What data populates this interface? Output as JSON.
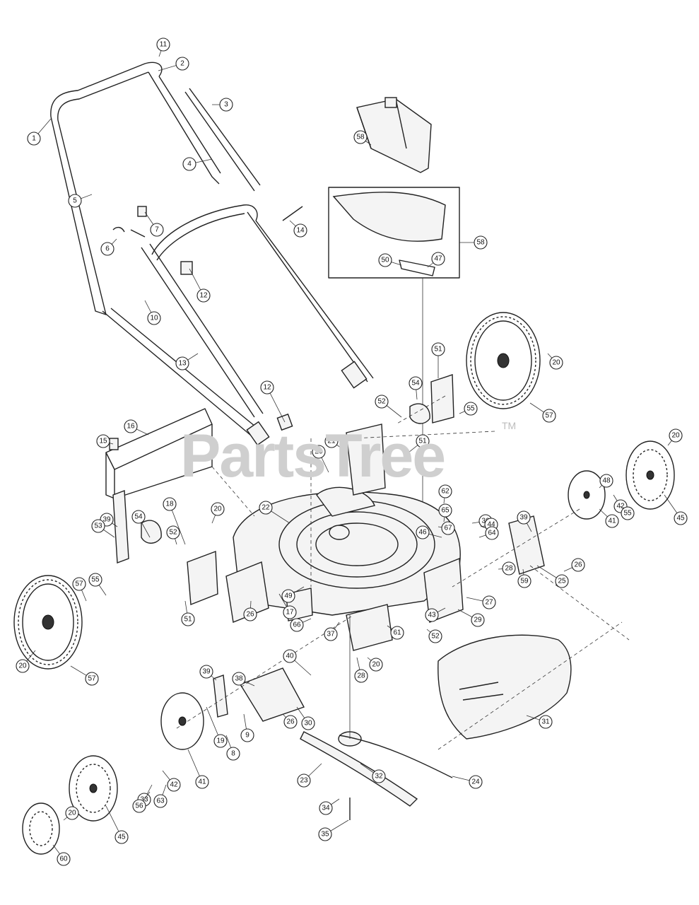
{
  "watermark": {
    "text": "PartsTree",
    "trademark": "TM"
  },
  "callouts": [
    {
      "id": "c1",
      "label": "1"
    },
    {
      "id": "c2",
      "label": "2"
    },
    {
      "id": "c3",
      "label": "3"
    },
    {
      "id": "c4",
      "label": "4"
    },
    {
      "id": "c5",
      "label": "5"
    },
    {
      "id": "c6",
      "label": "6"
    },
    {
      "id": "c7",
      "label": "7"
    },
    {
      "id": "c10",
      "label": "10"
    },
    {
      "id": "c11",
      "label": "11"
    },
    {
      "id": "c12a",
      "label": "12"
    },
    {
      "id": "c12b",
      "label": "12"
    },
    {
      "id": "c13",
      "label": "13"
    },
    {
      "id": "c14",
      "label": "14"
    },
    {
      "id": "c15",
      "label": "15"
    },
    {
      "id": "c16",
      "label": "16"
    },
    {
      "id": "c17",
      "label": "17"
    },
    {
      "id": "c18",
      "label": "18"
    },
    {
      "id": "c19",
      "label": "19"
    },
    {
      "id": "c20a",
      "label": "20"
    },
    {
      "id": "c20b",
      "label": "20"
    },
    {
      "id": "c20c",
      "label": "20"
    },
    {
      "id": "c20d",
      "label": "20"
    },
    {
      "id": "c20e",
      "label": "20"
    },
    {
      "id": "c20f",
      "label": "20"
    },
    {
      "id": "c20g",
      "label": "20"
    },
    {
      "id": "c21",
      "label": "21"
    },
    {
      "id": "c22",
      "label": "22"
    },
    {
      "id": "c23",
      "label": "23"
    },
    {
      "id": "c24",
      "label": "24"
    },
    {
      "id": "c25",
      "label": "25"
    },
    {
      "id": "c26a",
      "label": "26"
    },
    {
      "id": "c26b",
      "label": "26"
    },
    {
      "id": "c26c",
      "label": "26"
    },
    {
      "id": "c27",
      "label": "27"
    },
    {
      "id": "c28a",
      "label": "28"
    },
    {
      "id": "c28b",
      "label": "28"
    },
    {
      "id": "c29",
      "label": "29"
    },
    {
      "id": "c30",
      "label": "30"
    },
    {
      "id": "c31",
      "label": "31"
    },
    {
      "id": "c32",
      "label": "32"
    },
    {
      "id": "c33",
      "label": "33"
    },
    {
      "id": "c34",
      "label": "34"
    },
    {
      "id": "c35",
      "label": "35"
    },
    {
      "id": "c36",
      "label": "36"
    },
    {
      "id": "c37",
      "label": "37"
    },
    {
      "id": "c38",
      "label": "38"
    },
    {
      "id": "c39a",
      "label": "39"
    },
    {
      "id": "c39b",
      "label": "39"
    },
    {
      "id": "c39c",
      "label": "39"
    },
    {
      "id": "c40",
      "label": "40"
    },
    {
      "id": "c41a",
      "label": "41"
    },
    {
      "id": "c41b",
      "label": "41"
    },
    {
      "id": "c42a",
      "label": "42"
    },
    {
      "id": "c42b",
      "label": "42"
    },
    {
      "id": "c43",
      "label": "43"
    },
    {
      "id": "c44",
      "label": "44"
    },
    {
      "id": "c45a",
      "label": "45"
    },
    {
      "id": "c45b",
      "label": "45"
    },
    {
      "id": "c46",
      "label": "46"
    },
    {
      "id": "c47",
      "label": "47"
    },
    {
      "id": "c48",
      "label": "48"
    },
    {
      "id": "c49",
      "label": "49"
    },
    {
      "id": "c50",
      "label": "50"
    },
    {
      "id": "c51a",
      "label": "51"
    },
    {
      "id": "c51b",
      "label": "51"
    },
    {
      "id": "c51c",
      "label": "51"
    },
    {
      "id": "c52a",
      "label": "52"
    },
    {
      "id": "c52b",
      "label": "52"
    },
    {
      "id": "c52c",
      "label": "52"
    },
    {
      "id": "c53",
      "label": "53"
    },
    {
      "id": "c54a",
      "label": "54"
    },
    {
      "id": "c54b",
      "label": "54"
    },
    {
      "id": "c55a",
      "label": "55"
    },
    {
      "id": "c55b",
      "label": "55"
    },
    {
      "id": "c55c",
      "label": "55"
    },
    {
      "id": "c56",
      "label": "56"
    },
    {
      "id": "c57a",
      "label": "57"
    },
    {
      "id": "c57b",
      "label": "57"
    },
    {
      "id": "c57c",
      "label": "57"
    },
    {
      "id": "c58a",
      "label": "58"
    },
    {
      "id": "c58b",
      "label": "58"
    },
    {
      "id": "c59",
      "label": "59"
    },
    {
      "id": "c60",
      "label": "60"
    },
    {
      "id": "c61",
      "label": "61"
    },
    {
      "id": "c62",
      "label": "62"
    },
    {
      "id": "c63",
      "label": "63"
    },
    {
      "id": "c64",
      "label": "64"
    },
    {
      "id": "c65",
      "label": "65"
    },
    {
      "id": "c66",
      "label": "66"
    },
    {
      "id": "c67",
      "label": "67"
    },
    {
      "id": "c8",
      "label": "8"
    },
    {
      "id": "c9",
      "label": "9"
    }
  ]
}
